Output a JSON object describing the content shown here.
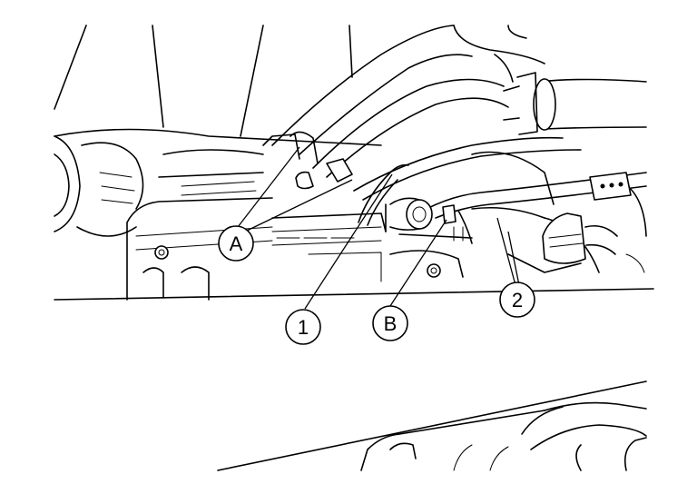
{
  "callouts": {
    "a": "A",
    "b": "B",
    "one": "1",
    "two": "2"
  }
}
